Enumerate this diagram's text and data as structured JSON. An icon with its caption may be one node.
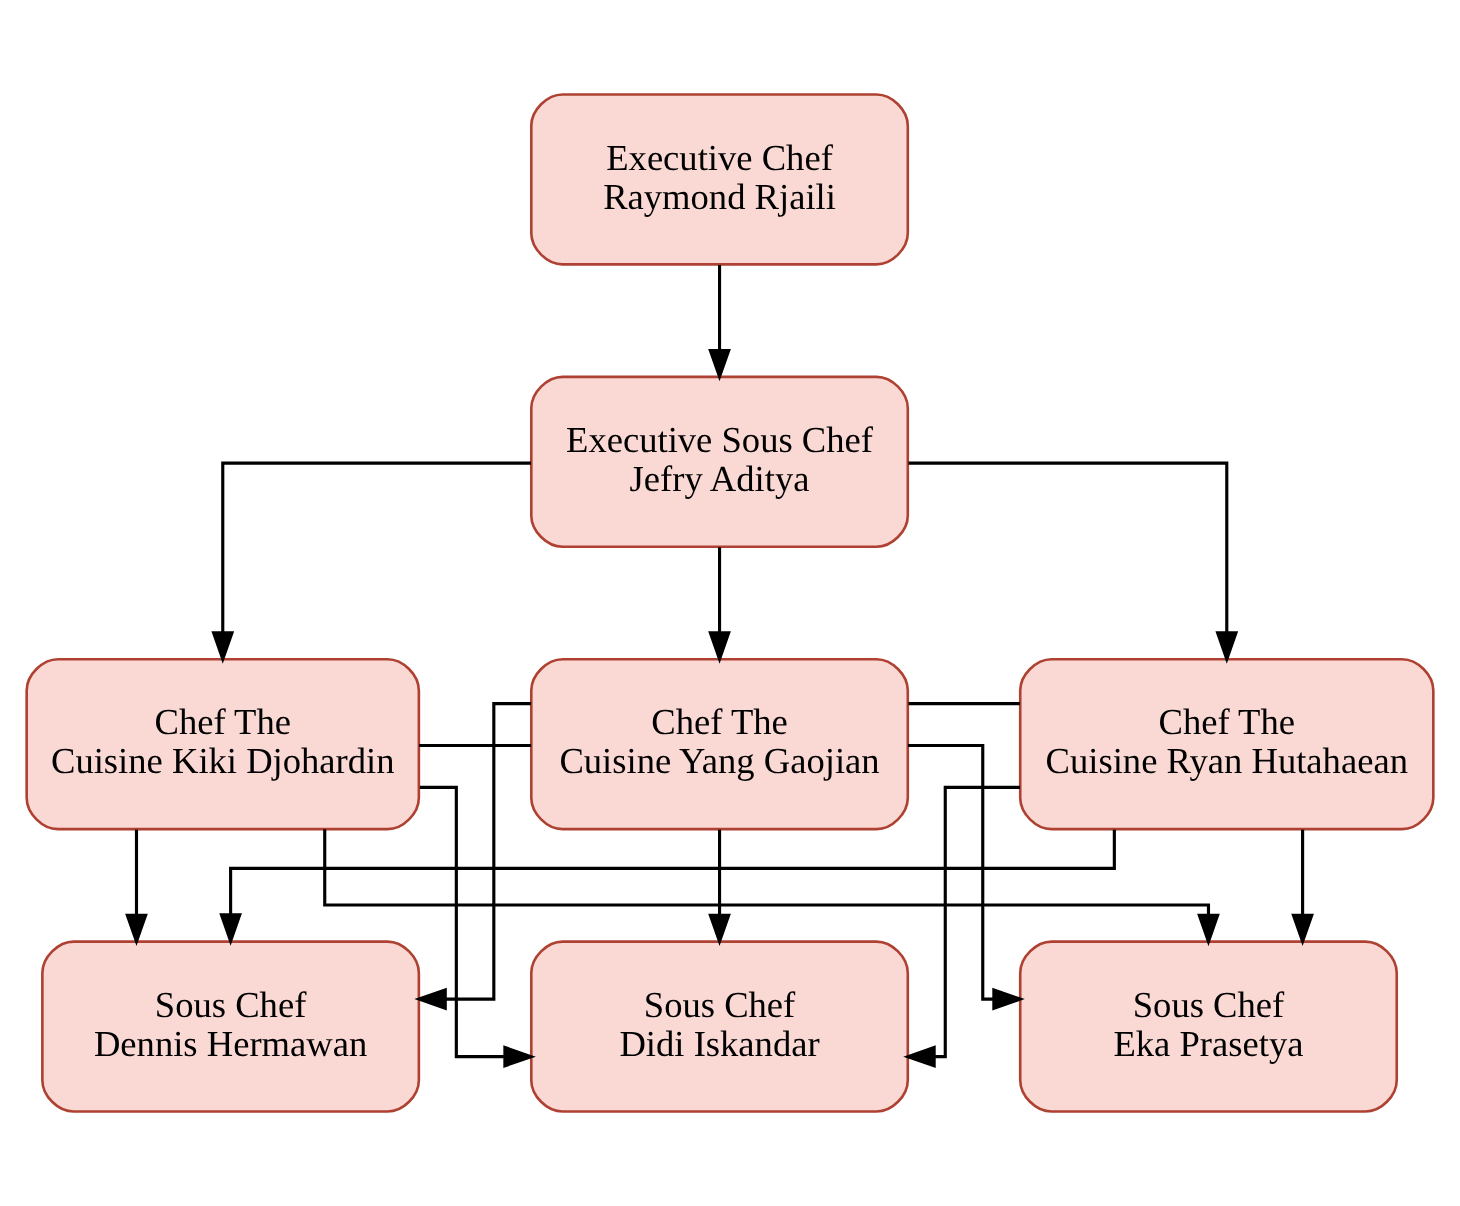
{
  "diagram": {
    "nodes": [
      {
        "text": [
          "Executive Chef Raymond Rjaili"
        ]
      },
      {
        "text": [
          "Executive Sous Chef Jefry Aditya"
        ]
      },
      {
        "text": [
          "Chef The Cuisine Kiki Djohardin"
        ]
      },
      {
        "text": [
          "Chef The Cuisine Yang Gaojian"
        ]
      },
      {
        "text": [
          "Chef The Cuisine Ryan Hutahaean"
        ]
      },
      {
        "text": [
          "Sous Chef Dennis Hermawan"
        ]
      },
      {
        "text": [
          "Sous Chef Didi Iskandar"
        ]
      },
      {
        "text": [
          "Sous Chef Eka Prasetya"
        ]
      }
    ],
    "edges": [
      {
        "from": 0,
        "to": 1,
        "arrow": "to"
      },
      {
        "from": 1,
        "to": 2,
        "arrow": "to"
      },
      {
        "from": 1,
        "to": 3,
        "arrow": "to"
      },
      {
        "from": 1,
        "to": 4,
        "arrow": "to"
      },
      {
        "from": 2,
        "to": 3,
        "arrow": "none"
      },
      {
        "from": 3,
        "to": 4,
        "arrow": "none"
      },
      {
        "from": 2,
        "to": 5,
        "arrow": "to"
      },
      {
        "from": 2,
        "to": 6,
        "arrow": "to"
      },
      {
        "from": 2,
        "to": 7,
        "arrow": "to"
      },
      {
        "from": 3,
        "to": 5,
        "arrow": "to"
      },
      {
        "from": 3,
        "to": 6,
        "arrow": "to"
      },
      {
        "from": 3,
        "to": 7,
        "arrow": "to"
      },
      {
        "from": 4,
        "to": 5,
        "arrow": "to"
      },
      {
        "from": 4,
        "to": 6,
        "arrow": "to"
      },
      {
        "from": 4,
        "to": 7,
        "arrow": "to"
      }
    ]
  }
}
